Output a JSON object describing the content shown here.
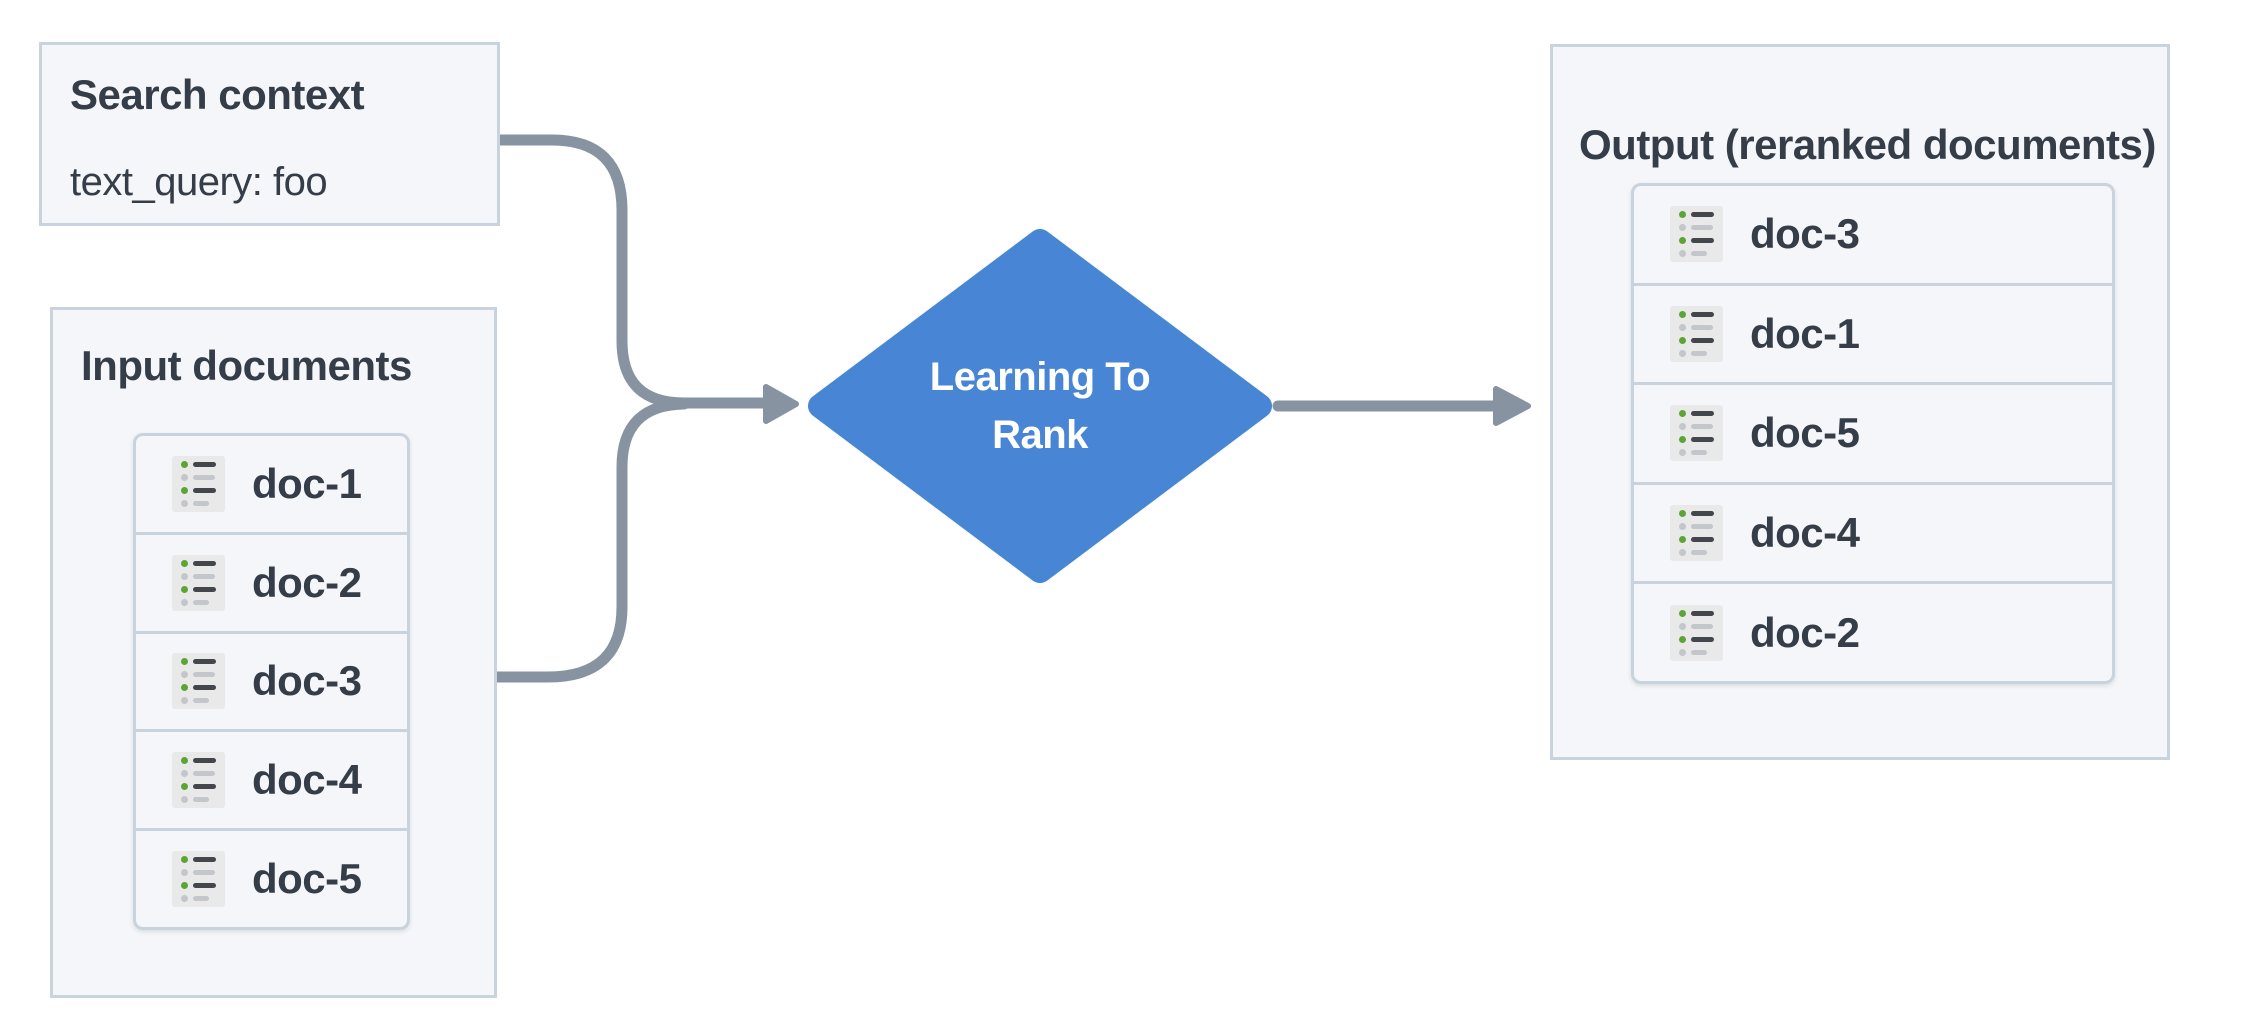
{
  "search_context": {
    "title": "Search context",
    "query_line": "text_query: foo"
  },
  "input_panel": {
    "title": "Input documents",
    "docs": [
      {
        "label": "doc-1"
      },
      {
        "label": "doc-2"
      },
      {
        "label": "doc-3"
      },
      {
        "label": "doc-4"
      },
      {
        "label": "doc-5"
      }
    ]
  },
  "process_node": {
    "label_lines": [
      "Learning To",
      "Rank"
    ]
  },
  "output_panel": {
    "title": "Output (reranked documents)",
    "docs": [
      {
        "label": "doc-3"
      },
      {
        "label": "doc-1"
      },
      {
        "label": "doc-5"
      },
      {
        "label": "doc-4"
      },
      {
        "label": "doc-2"
      }
    ]
  },
  "icons": {
    "doc_icon": "document-list-icon"
  },
  "colors": {
    "node_blue": "#4886d5",
    "connector_gray": "#8793a1",
    "panel_bg": "#f4f6f9",
    "panel_border": "#c9d3de",
    "text_dark": "#343d48",
    "icon_green": "#5aa533"
  }
}
